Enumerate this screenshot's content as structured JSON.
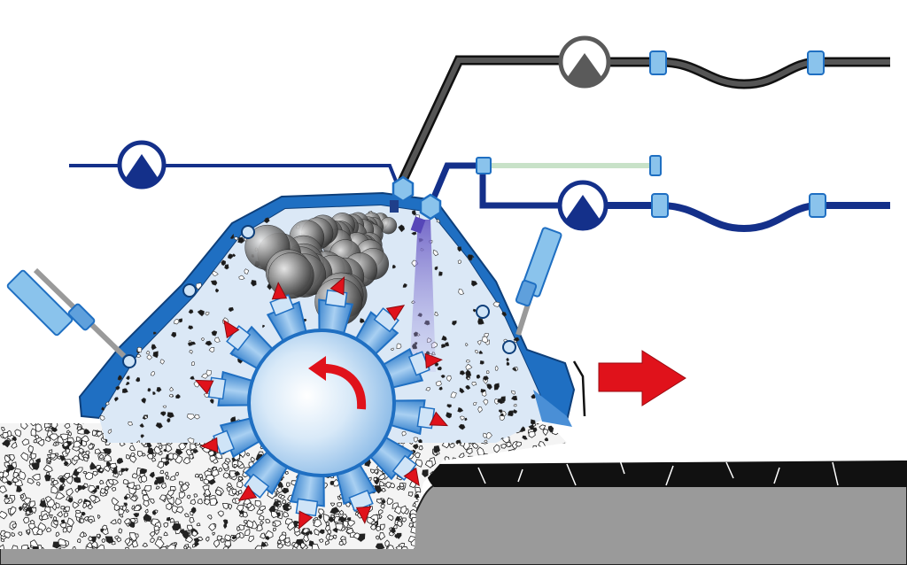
{
  "diagram": {
    "colors": {
      "background": "#ffffff",
      "housing_blue": "#1f6fc2",
      "housing_blue_dark": "#13508f",
      "chamber_fill": "#dbe8f6",
      "rotor_light": "#eaf3fb",
      "rotor_mid": "#a9cdef",
      "tooth_blue": "#5fa0dc",
      "tip_red": "#e0121b",
      "water_line": "#14308a",
      "binder_line": "#2b2b2b",
      "pale_line": "#c8e2c8",
      "road_black": "#111111",
      "road_grey": "#9a9a9a",
      "injection_purple": "#7a6bc8",
      "arrow_red": "#e0121b",
      "connector": "#5b9bd8"
    },
    "pumps": [
      {
        "name": "binder-pump",
        "style": "grey"
      },
      {
        "name": "left-water-pump",
        "style": "blue"
      },
      {
        "name": "right-water-pump",
        "style": "blue"
      }
    ],
    "rotor": {
      "teeth": 12,
      "rotation": "counter-clockwise"
    },
    "motion": {
      "direction": "right"
    }
  }
}
